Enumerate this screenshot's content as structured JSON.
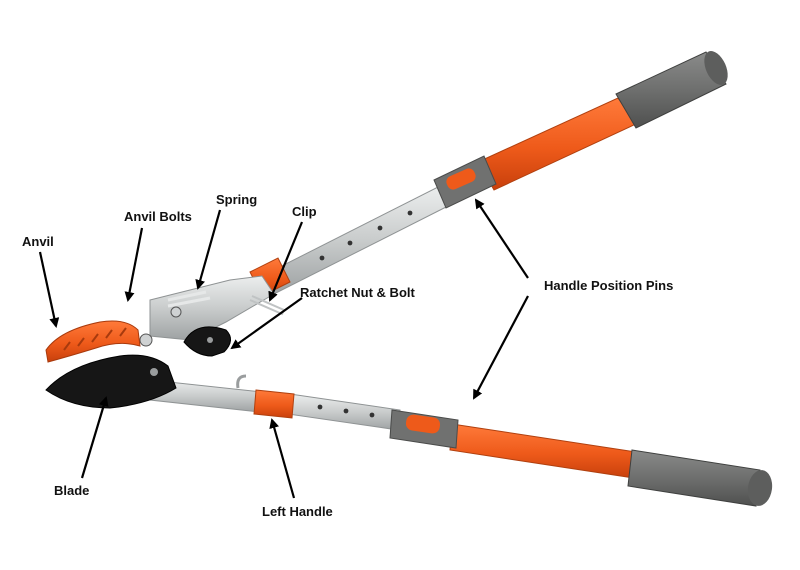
{
  "labels": {
    "anvil": "Anvil",
    "anvil_bolts": "Anvil Bolts",
    "spring": "Spring",
    "clip": "Clip",
    "ratchet": "Ratchet Nut & Bolt",
    "handle_pins": "Handle Position Pins",
    "blade": "Blade",
    "left_handle": "Left Handle"
  },
  "colors": {
    "orange": "#ee5a1a",
    "orange_dark": "#c8400c",
    "grip": "#6e6f6e",
    "grip_dark": "#4f504f",
    "steel": "#d4d6d6",
    "steel_dark": "#9a9d9e",
    "blade": "#1a1a1a"
  }
}
